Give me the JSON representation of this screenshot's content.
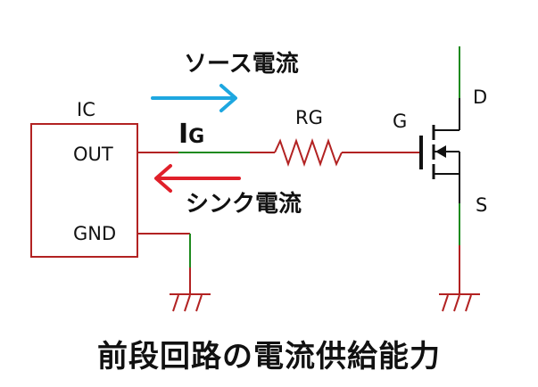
{
  "labels": {
    "ic": "IC",
    "out": "OUT",
    "gnd": "GND",
    "ig_main": "I",
    "ig_sub": "G",
    "rg": "RG",
    "gate": "G",
    "drain": "D",
    "source": "S",
    "source_current": "ソース電流",
    "sink_current": "シンク電流"
  },
  "caption": "前段回路の電流供給能力",
  "colors": {
    "wire": "#b22222",
    "wire_highlight": "#1f8a1f",
    "source_arrow": "#1ea7e0",
    "sink_arrow": "#e0202a",
    "text": "#111111"
  }
}
